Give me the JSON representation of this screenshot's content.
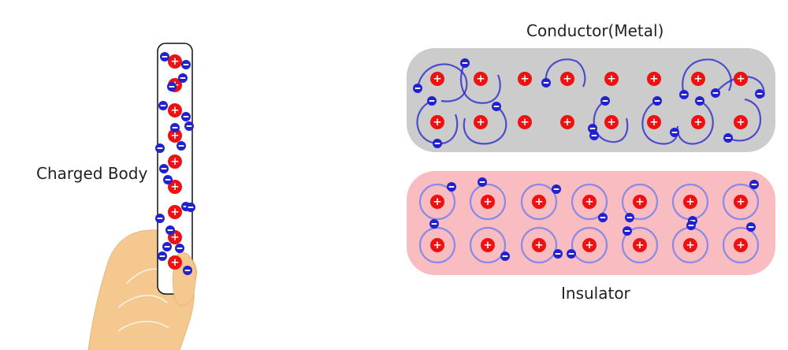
{
  "labels": {
    "charged_body": "Charged Body",
    "conductor": "Conductor(Metal)",
    "insulator": "Insulator"
  },
  "symbols": {
    "positive": "+",
    "negative": "−"
  },
  "colors": {
    "positive_charge": "#ee1111",
    "negative_charge": "#2222cc",
    "conductor_panel": "#cccccc",
    "insulator_panel": "#f9bcc0",
    "electron_orbit": "#8a8ae8",
    "hand_skin": "#f4c88f"
  },
  "icons": {
    "positive_charge": "plus-circle-icon",
    "negative_charge": "minus-circle-icon",
    "hand": "hand-icon"
  }
}
